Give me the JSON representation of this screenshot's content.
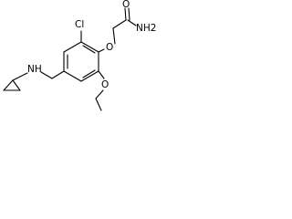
{
  "molecule": {
    "atoms": {
      "cl": "Cl",
      "o_ether_top": "O",
      "o_ether_bottom": "O",
      "o_carbonyl": "O",
      "nh2": "NH2",
      "nh": "NH"
    }
  }
}
